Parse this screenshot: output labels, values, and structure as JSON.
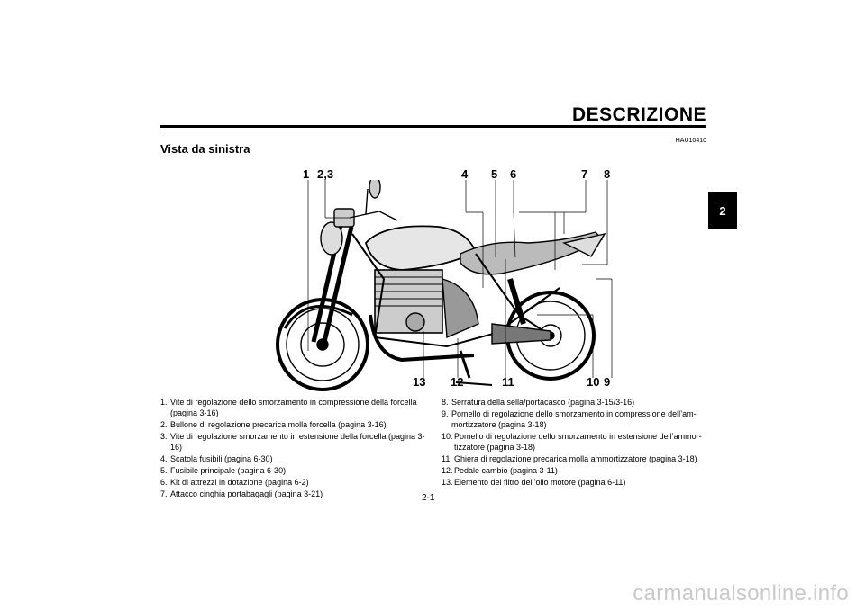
{
  "header": {
    "title": "DESCRIZIONE",
    "chapter_tab": "2",
    "code": "HAU10410"
  },
  "section_title": "Vista da sinistra",
  "callouts": {
    "top": [
      "1",
      "2,3",
      "4",
      "5",
      "6",
      "7",
      "8"
    ],
    "bottom": [
      "13",
      "12",
      "11",
      "10",
      "9"
    ]
  },
  "legend": {
    "col1": [
      {
        "n": "1.",
        "text": "Vite di regolazione dello smorzamento in compressione della forcella (pagina 3-16)"
      },
      {
        "n": "2.",
        "text": "Bullone di regolazione precarica molla forcella (pagina 3-16)"
      },
      {
        "n": "3.",
        "text": "Vite di regolazione smorzamento in estensione della forcella (pagina 3-16)"
      },
      {
        "n": "4.",
        "text": "Scatola fusibili (pagina 6-30)"
      },
      {
        "n": "5.",
        "text": "Fusibile principale (pagina 6-30)"
      },
      {
        "n": "6.",
        "text": "Kit di attrezzi in dotazione (pagina 6-2)"
      },
      {
        "n": "7.",
        "text": "Attacco cinghia portabagagli (pagina 3-21)"
      }
    ],
    "col2": [
      {
        "n": "8.",
        "text": "Serratura della sella/portacasco (pagina 3-15/3-16)"
      },
      {
        "n": "9.",
        "text": "Pomello di regolazione dello smorzamento in compressione dell’am-mortizzatore (pagina 3-18)"
      },
      {
        "n": "10.",
        "text": "Pomello di regolazione dello smorzamento in estensione dell’ammor-tizzatore (pagina 3-18)"
      },
      {
        "n": "11.",
        "text": "Ghiera di regolazione precarica molla ammortizzatore (pagina 3-18)"
      },
      {
        "n": "12.",
        "text": "Pedale cambio (pagina 3-11)"
      },
      {
        "n": "13.",
        "text": "Elemento del filtro dell’olio motore (pagina 6-11)"
      }
    ]
  },
  "page_number": "2-1",
  "watermark": "carmanualsonline.info"
}
